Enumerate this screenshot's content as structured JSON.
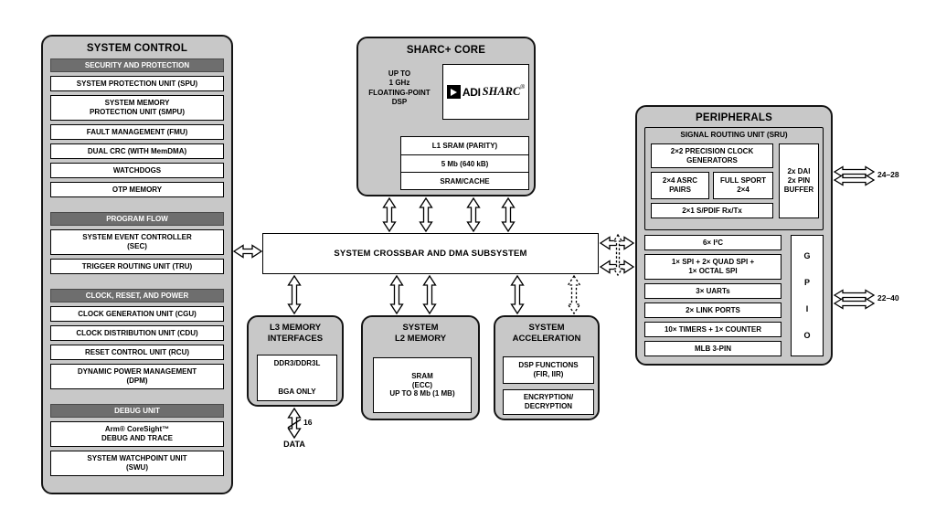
{
  "palette": {
    "panel_gray": "#c8c8c8",
    "header_gray": "#6e6e6e",
    "line_black": "#000000"
  },
  "system_control": {
    "title": "SYSTEM CONTROL",
    "sections": [
      {
        "header": "SECURITY AND PROTECTION",
        "items": [
          "SYSTEM PROTECTION UNIT (SPU)",
          "SYSTEM MEMORY\nPROTECTION UNIT (SMPU)",
          "FAULT MANAGEMENT (FMU)",
          "DUAL CRC (WITH MemDMA)",
          "WATCHDOGS",
          "OTP MEMORY"
        ]
      },
      {
        "header": "PROGRAM FLOW",
        "items": [
          "SYSTEM EVENT CONTROLLER\n(SEC)",
          "TRIGGER ROUTING UNIT (TRU)"
        ]
      },
      {
        "header": "CLOCK, RESET, AND POWER",
        "items": [
          "CLOCK GENERATION UNIT (CGU)",
          "CLOCK DISTRIBUTION UNIT (CDU)",
          "RESET CONTROL UNIT (RCU)",
          "DYNAMIC POWER MANAGEMENT\n(DPM)"
        ]
      },
      {
        "header": "DEBUG UNIT",
        "items": [
          "Arm® CoreSight™\nDEBUG AND TRACE",
          "SYSTEM WATCHPOINT UNIT\n(SWU)"
        ]
      }
    ]
  },
  "sharc_core": {
    "title": "SHARC+ CORE",
    "spec": "UP TO\n1 GHz\nFLOATING-POINT\nDSP",
    "logo": {
      "brand": "ADI",
      "product": "SHARC",
      "mark": "®"
    },
    "l1_rows": [
      "L1 SRAM (PARITY)",
      "5 Mb (640 kB)",
      "SRAM/CACHE"
    ]
  },
  "crossbar": {
    "label": "SYSTEM CROSSBAR AND DMA SUBSYSTEM"
  },
  "l3_memory": {
    "title": "L3 MEMORY\nINTERFACES",
    "box_top": "DDR3/DDR3L",
    "box_bottom": "BGA ONLY",
    "bus_width": "16",
    "bus_label": "DATA"
  },
  "l2_memory": {
    "title": "SYSTEM\nL2 MEMORY",
    "box": "SRAM\n(ECC)\nUP TO 8 Mb (1 MB)"
  },
  "acceleration": {
    "title": "SYSTEM\nACCELERATION",
    "items": [
      "DSP FUNCTIONS\n(FIR, IIR)",
      "ENCRYPTION/\nDECRYPTION"
    ]
  },
  "peripherals": {
    "title": "PERIPHERALS",
    "sru": {
      "title": "SIGNAL ROUTING UNIT (SRU)",
      "clock_gen": "2×2 PRECISION CLOCK\nGENERATORS",
      "asrc": "2×4 ASRC\nPAIRS",
      "sport": "FULL SPORT\n2×4",
      "spdif": "2×1 S/PDIF Rx/Tx",
      "dai": "2x DAI\n2x PIN\nBUFFER"
    },
    "items": [
      "6× I²C",
      "1× SPI + 2× QUAD SPI +\n1× OCTAL SPI",
      "3× UARTs",
      "2× LINK PORTS",
      "10× TIMERS + 1× COUNTER",
      "MLB 3-PIN"
    ],
    "gpio": "G\nP\nI\nO",
    "bus_top": "24–28",
    "bus_bottom": "22–40"
  }
}
